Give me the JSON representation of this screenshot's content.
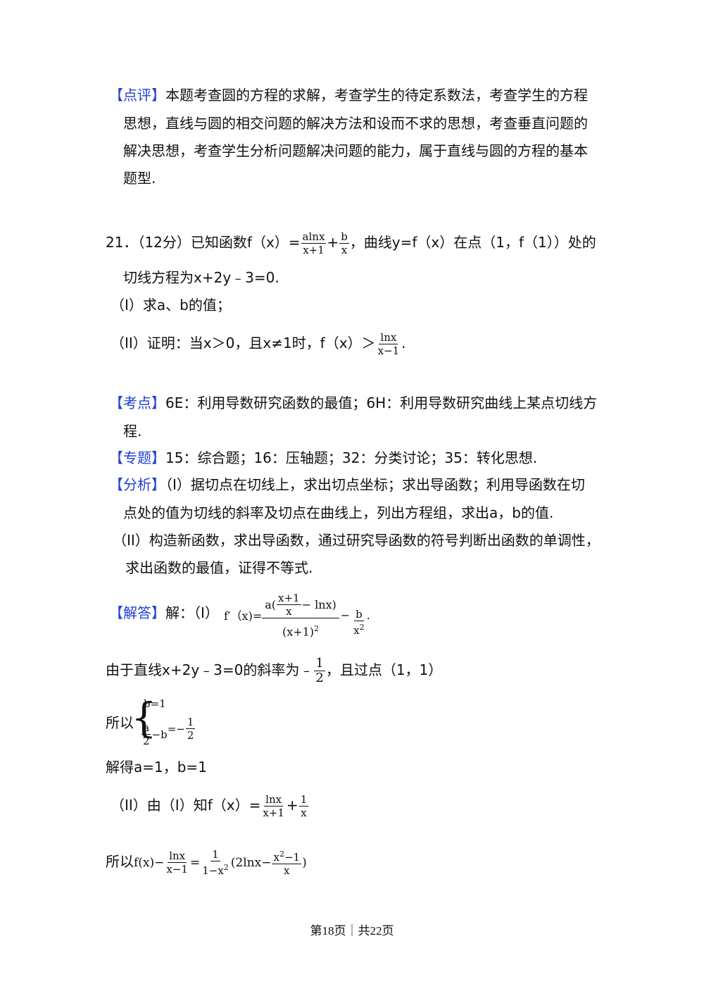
{
  "dianping": {
    "tag": "【点评】",
    "lines": [
      "本题考查圆的方程的求解，考查学生的待定系数法，考查学生的方程",
      "思想，直线与圆的相交问题的解决方法和设而不求的思想，考查垂直问题的",
      "解决思想，考查学生分析问题解决问题的能力，属于直线与圆的方程的基本",
      "题型."
    ]
  },
  "problem21": {
    "prefix": "21．（12分）已知函数f（x）=",
    "f_num": "alnx",
    "f_den": "x+1",
    "plus": "+",
    "b_num": "b",
    "b_den": "x",
    "suffix": "，曲线y=f（x）在点（1，f（1））处的",
    "line2": "切线方程为x+2y﹣3=0.",
    "part1": "（I）求a、b的值；",
    "part2_prefix": "（II）证明：当x＞0，且x≠1时，f（x）＞",
    "p2_num": "lnx",
    "p2_den": "x−1",
    "part2_suffix": "."
  },
  "kaodian": {
    "tag": "【考点】",
    "line1": "6E：利用导数研究函数的最值；6H：利用导数研究曲线上某点切线方",
    "line2": "程."
  },
  "zhuanti": {
    "tag": "【专题】",
    "text": "15：综合题；16：压轴题；32：分类讨论；35：转化思想."
  },
  "fenxi": {
    "tag": "【分析】",
    "line1": "（I）据切点在切线上，求出切点坐标；求出导函数；利用导函数在切",
    "line2": "点处的值为切线的斜率及切点在曲线上，列出方程组，求出a，b的值.",
    "line3": "（II）构造新函数，求出导函数，通过研究导函数的符号判断出函数的单调性，",
    "line4": "求出函数的最值，证得不等式."
  },
  "jieda": {
    "tag": "【解答】",
    "intro": "解：（I）",
    "fprime": "f′（x)=",
    "big_num_a": "a(",
    "inner_num": "x+1",
    "inner_den": "x",
    "big_num_rest": "− lnx)",
    "big_den": "(x+1)",
    "big_den_exp": "2",
    "minus": "−",
    "b2_num": "b",
    "b2_den": "x",
    "b2_exp": "2",
    "end": ".",
    "slope_prefix": "由于直线x+2y﹣3=0的斜率为﹣",
    "slope_num": "1",
    "slope_den": "2",
    "slope_suffix": "，且过点（1，1）",
    "suoyi": "所以",
    "sys1": "b=1",
    "sys2_num": "a",
    "sys2_den": "2",
    "sys2_mid": "−b",
    "sys2_eq": "=−",
    "sys2_rnum": "1",
    "sys2_rden": "2",
    "solved": "解得a=1，b=1",
    "part2_prefix": "（II）由（I）知f（x）=",
    "p2_num": "lnx",
    "p2_den": "x+1",
    "p2_plus": "+",
    "p2_num2": "1",
    "p2_den2": "x",
    "final_prefix": "所以",
    "final_fx": "f(x)−",
    "final_n1": "lnx",
    "final_d1": "x−1",
    "final_eq": "=",
    "final_n2": "1",
    "final_d2_base": "1−x",
    "final_d2_exp": "2",
    "final_paren": "(2lnx−",
    "final_n3_base": "x",
    "final_n3_exp": "2",
    "final_n3_rest": "−1",
    "final_d3": "x",
    "final_close": ")"
  },
  "footer": "第18页｜共22页"
}
